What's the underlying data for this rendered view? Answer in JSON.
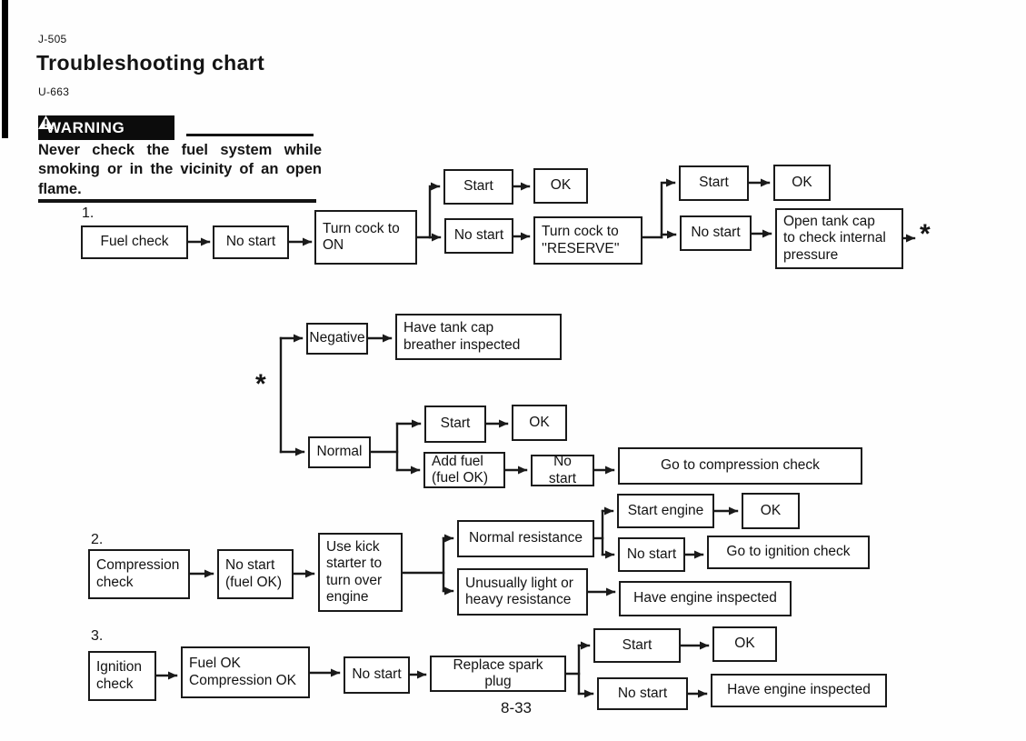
{
  "page": {
    "doc_code_top": "J-505",
    "title": "Troubleshooting chart",
    "doc_code_sub": "U-663",
    "page_number": "8-33"
  },
  "warning": {
    "label": "WARNING",
    "icon": "warning-triangle-icon",
    "text": "Never check the fuel system while smoking or in the vicinity of an open flame."
  },
  "flow1": {
    "step": "1.",
    "fuel_check": "Fuel check",
    "no_start_a": "No start",
    "turn_cock_on": "Turn cock to\nON",
    "start_a": "Start",
    "ok_a": "OK",
    "no_start_b": "No start",
    "turn_cock_reserve": "Turn cock to\n''RESERVE''",
    "start_b": "Start",
    "ok_b": "OK",
    "no_start_c": "No start",
    "open_tank_cap": "Open tank cap\nto check internal\npressure",
    "asterisk_out": "*"
  },
  "branch": {
    "asterisk_in": "*",
    "negative": "Negative",
    "have_tank_cap_inspected": "Have tank cap\nbreather inspected",
    "normal": "Normal",
    "start": "Start",
    "ok": "OK",
    "add_fuel": "Add fuel\n(fuel OK)",
    "no_start": "No start",
    "go_to_compression": "Go to compression check"
  },
  "flow2": {
    "step": "2.",
    "compression_check": "Compression\ncheck",
    "no_start_fuel_ok": "No start\n(fuel OK)",
    "use_kick_starter": "Use kick\nstarter to\nturn over\nengine",
    "normal_resistance": "Normal resistance",
    "start_engine": "Start engine",
    "ok_a": "OK",
    "no_start": "No start",
    "go_to_ignition": "Go to ignition check",
    "unusual_resistance": "Unusually light or\nheavy resistance",
    "have_engine_inspected": "Have engine inspected"
  },
  "flow3": {
    "step": "3.",
    "ignition_check": "Ignition\ncheck",
    "fuel_compression_ok": "Fuel OK\nCompression OK",
    "no_start_a": "No start",
    "replace_spark_plug": "Replace spark plug",
    "start": "Start",
    "ok": "OK",
    "no_start_b": "No start",
    "have_engine_inspected": "Have engine inspected"
  }
}
